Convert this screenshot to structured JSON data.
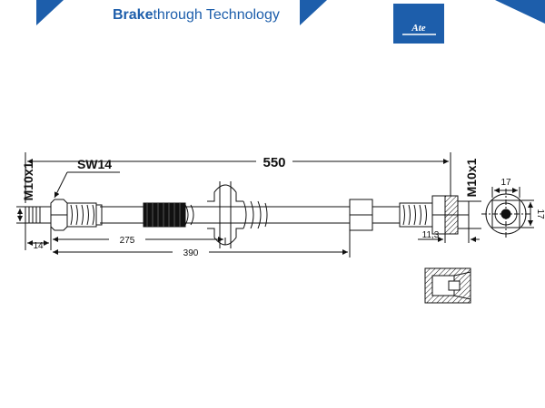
{
  "header": {
    "brand_bold": "Brake",
    "brand_regular": "through Technology",
    "logo_text": "Ate",
    "brand_color": "#1d5eab"
  },
  "drawing": {
    "overall_length": "550",
    "wrench_size": "SW14",
    "thread_left": "M10x1",
    "thread_right": "M10x1",
    "dim_fitting": "14",
    "dim_bracket": "275",
    "dim_sleeve": "390",
    "dim_right_fitting": "11,3",
    "hex_width": "17",
    "hex_height": "17"
  }
}
